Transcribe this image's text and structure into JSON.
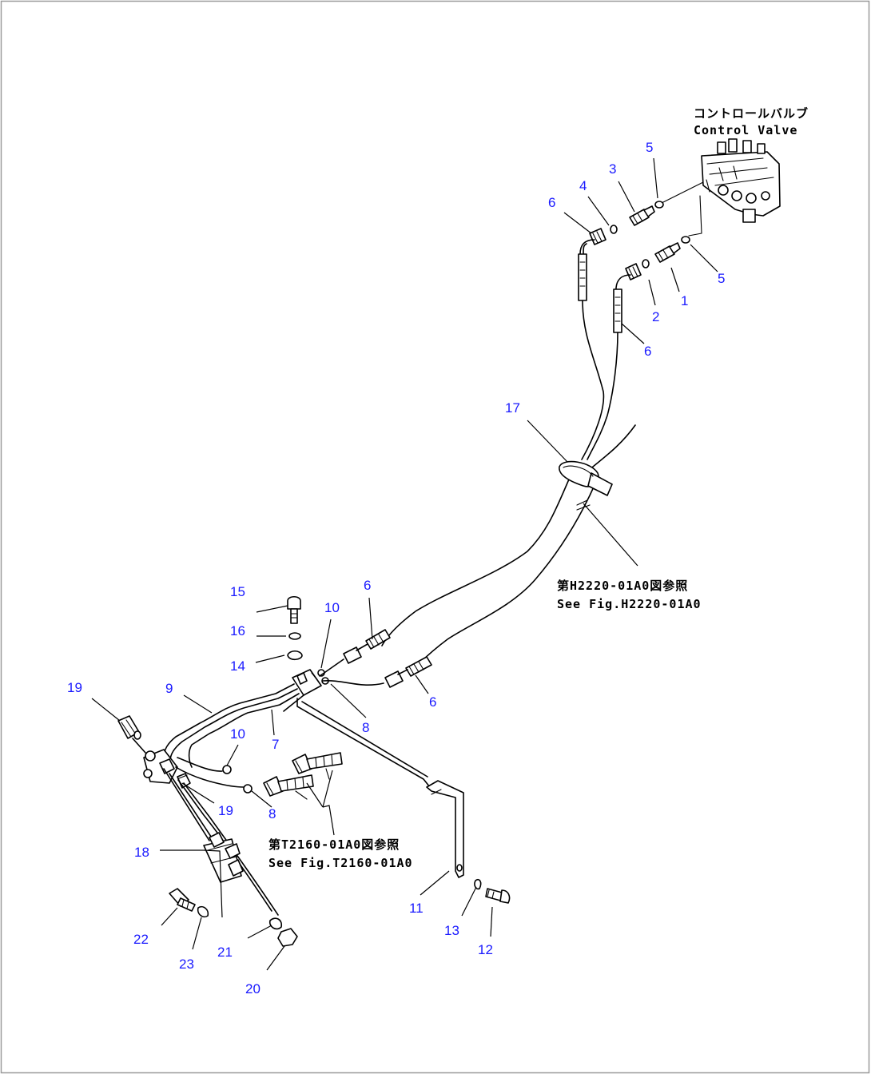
{
  "notes": {
    "control_valve_jp": "コントロールバルブ",
    "control_valve_en": "Control Valve",
    "ref_h2220_jp": "第H2220-01A0図参照",
    "ref_h2220_en": "See Fig.H2220-01A0",
    "ref_t2160_jp": "第T2160-01A0図参照",
    "ref_t2160_en": "See Fig.T2160-01A0"
  },
  "callouts": [
    {
      "id": "c1",
      "label": "1"
    },
    {
      "id": "c2",
      "label": "2"
    },
    {
      "id": "c3",
      "label": "3"
    },
    {
      "id": "c4",
      "label": "4"
    },
    {
      "id": "c5a",
      "label": "5"
    },
    {
      "id": "c5b",
      "label": "5"
    },
    {
      "id": "c6a",
      "label": "6"
    },
    {
      "id": "c6b",
      "label": "6"
    },
    {
      "id": "c6c",
      "label": "6"
    },
    {
      "id": "c6d",
      "label": "6"
    },
    {
      "id": "c7",
      "label": "7"
    },
    {
      "id": "c8a",
      "label": "8"
    },
    {
      "id": "c8b",
      "label": "8"
    },
    {
      "id": "c9",
      "label": "9"
    },
    {
      "id": "c10a",
      "label": "10"
    },
    {
      "id": "c10b",
      "label": "10"
    },
    {
      "id": "c11",
      "label": "11"
    },
    {
      "id": "c12",
      "label": "12"
    },
    {
      "id": "c13",
      "label": "13"
    },
    {
      "id": "c14",
      "label": "14"
    },
    {
      "id": "c15",
      "label": "15"
    },
    {
      "id": "c16",
      "label": "16"
    },
    {
      "id": "c17",
      "label": "17"
    },
    {
      "id": "c18",
      "label": "18"
    },
    {
      "id": "c19a",
      "label": "19"
    },
    {
      "id": "c19b",
      "label": "19"
    },
    {
      "id": "c20",
      "label": "20"
    },
    {
      "id": "c21",
      "label": "21"
    },
    {
      "id": "c22",
      "label": "22"
    },
    {
      "id": "c23",
      "label": "23"
    }
  ],
  "colors": {
    "callout": "#1a1aff",
    "line": "#000000",
    "frame": "#9a9a9a"
  }
}
